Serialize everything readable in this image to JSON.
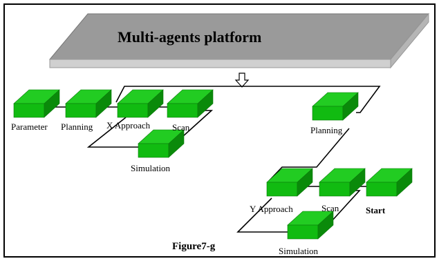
{
  "platform": {
    "title": "Multi-agents platform"
  },
  "caption": "Figure7-g",
  "arrow": "down-arrow",
  "nodes": {
    "parameter": "Parameter",
    "planning_1": "Planning",
    "x_approach": "X Approach",
    "scan_1": "Scan",
    "simulation_1": "Simulation",
    "planning_2": "Planning",
    "y_approach": "Y Approach",
    "scan_2": "Scan",
    "start": "Start",
    "simulation_2": "Simulation"
  },
  "colors": {
    "box_top": "#22cc22",
    "box_front": "#11bb11",
    "box_side": "#0a8a0a",
    "platform_top": "#999999",
    "platform_front": "#cfcfcf",
    "frame": "#000000"
  }
}
